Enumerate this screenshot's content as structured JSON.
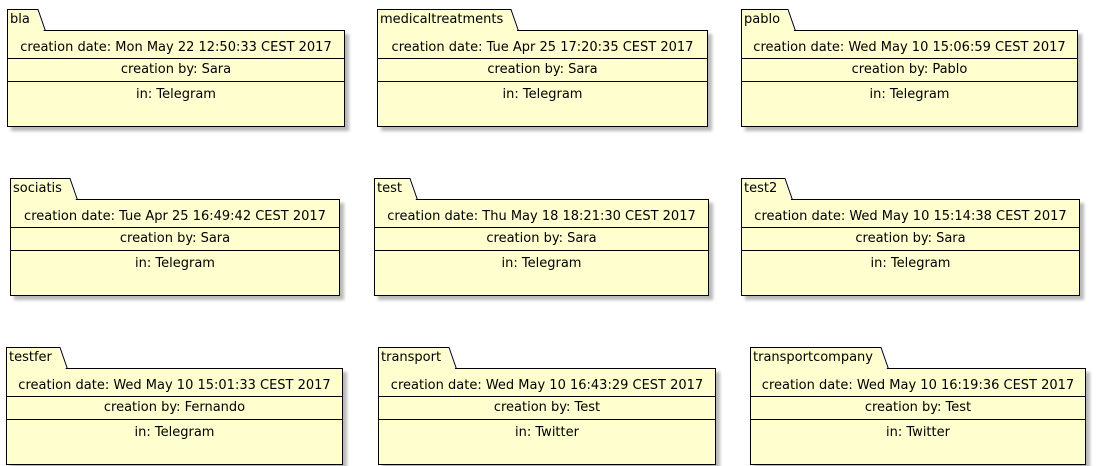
{
  "packages": [
    {
      "name": "bla",
      "creation_date": "creation date: Mon May 22 12:50:33 CEST 2017",
      "creation_by": "creation by: Sara",
      "in": "in: Telegram"
    },
    {
      "name": "medicaltreatments",
      "creation_date": "creation date: Tue Apr 25 17:20:35 CEST 2017",
      "creation_by": "creation by: Sara",
      "in": "in: Telegram"
    },
    {
      "name": "pablo",
      "creation_date": "creation date: Wed May 10 15:06:59 CEST 2017",
      "creation_by": "creation by: Pablo",
      "in": "in: Telegram"
    },
    {
      "name": "sociatis",
      "creation_date": "creation date: Tue Apr 25 16:49:42 CEST 2017",
      "creation_by": "creation by: Sara",
      "in": "in: Telegram"
    },
    {
      "name": "test",
      "creation_date": "creation date: Thu May 18 18:21:30 CEST 2017",
      "creation_by": "creation by: Sara",
      "in": "in: Telegram"
    },
    {
      "name": "test2",
      "creation_date": "creation date: Wed May 10 15:14:38 CEST 2017",
      "creation_by": "creation by: Sara",
      "in": "in: Telegram"
    },
    {
      "name": "testfer",
      "creation_date": "creation date: Wed May 10 15:01:33 CEST 2017",
      "creation_by": "creation by: Fernando",
      "in": "in: Telegram"
    },
    {
      "name": "transport",
      "creation_date": "creation date: Wed May 10 16:43:29 CEST 2017",
      "creation_by": "creation by: Test",
      "in": "in: Twitter"
    },
    {
      "name": "transportcompany",
      "creation_date": "creation date: Wed May 10 16:19:36 CEST 2017",
      "creation_by": "creation by: Test",
      "in": "in: Twitter"
    }
  ]
}
